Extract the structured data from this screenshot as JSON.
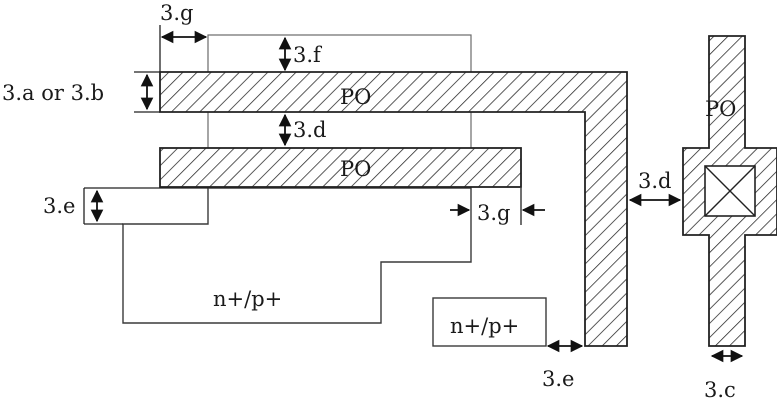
{
  "labels": {
    "poly_top": "PO",
    "poly_mid": "PO",
    "poly_right": "PO",
    "diff_large": "n+/p+",
    "diff_small": "n+/p+",
    "rule_g_top": "3.g",
    "rule_f": "3.f",
    "rule_ab": "3.a or 3.b",
    "rule_d_mid": "3.d",
    "rule_e_left": "3.e",
    "rule_g_right": "3.g",
    "rule_d_right": "3.d",
    "rule_e_bottom": "3.e",
    "rule_c": "3.c"
  },
  "colors": {
    "stroke": "#222222",
    "hatch": "#222222",
    "background": "#ffffff"
  }
}
